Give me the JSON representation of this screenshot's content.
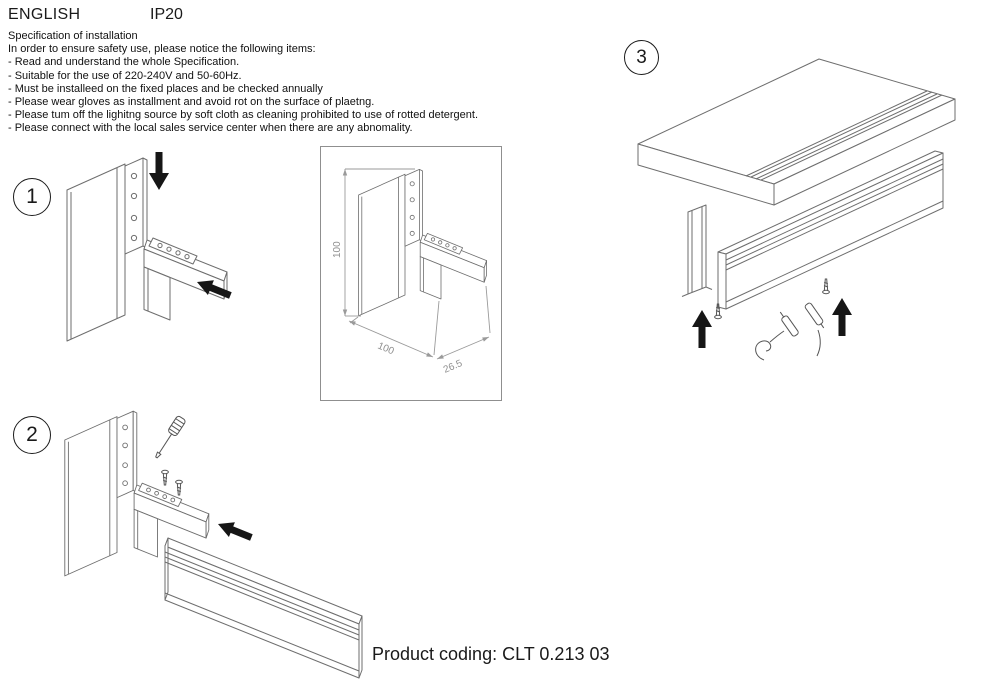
{
  "header": {
    "language": "ENGLISH",
    "protection_rating": "IP20"
  },
  "spec": {
    "title": "Specification of installation",
    "intro": "In order to ensure safety use, please notice the following items:",
    "items": [
      "- Read and understand the whole Specification.",
      "- Suitable for the use of 220-240V and 50-60Hz.",
      "- Must be installeed on the fixed places and be checked annually",
      "- Please wear gloves as installment and avoid rot on the surface of plaetng.",
      "- Please tum off the lighitng source by soft cloth as cleaning prohibited to use of rotted detergent.",
      "- Please connect with the local sales service center when there are any abnomality."
    ]
  },
  "steps": [
    {
      "number": "1"
    },
    {
      "number": "2"
    },
    {
      "number": "3"
    }
  ],
  "dimension_detail": {
    "height_mm": "100",
    "width_mm": "100",
    "depth_mm": "26.5"
  },
  "footer": {
    "product_coding": "Product coding: CLT 0.213 03"
  },
  "colors": {
    "line": "#6e6e6e",
    "dimension": "#9a9a9a",
    "arrow": "#161616"
  }
}
